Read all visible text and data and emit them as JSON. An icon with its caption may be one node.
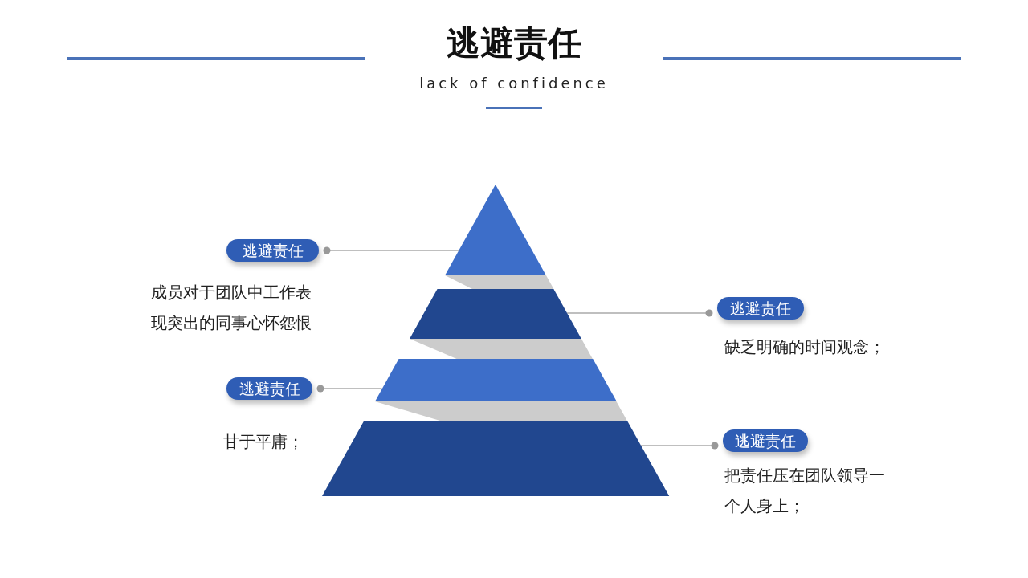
{
  "diagram": {
    "title": "逃避责任",
    "nodes": [
      {
        "text": [],
        "shape": "triangle"
      },
      {
        "text": [],
        "shape": "trapezoid"
      },
      {
        "text": [],
        "shape": "trapezoid"
      },
      {
        "text": [],
        "shape": "trapezoid"
      },
      {
        "text": [
          "逃避责任"
        ],
        "beside": [
          "成员对于团队中工作表现突出的同事心怀怨恨"
        ]
      },
      {
        "text": [
          "逃避责任"
        ],
        "beside": [
          "缺乏明确的时间观念；"
        ]
      },
      {
        "text": [
          "逃避责任"
        ],
        "beside": [
          "甘于平庸；"
        ]
      },
      {
        "text": [
          "逃避责任"
        ],
        "beside": [
          "把责任压在团队领导一个人身上；"
        ]
      }
    ],
    "edges": [
      {
        "from": 4,
        "to": 0,
        "arrow": "other"
      },
      {
        "from": 5,
        "to": 1,
        "arrow": "other"
      },
      {
        "from": 6,
        "to": 2,
        "arrow": "other"
      },
      {
        "from": 7,
        "to": 3,
        "arrow": "other"
      }
    ],
    "labels": [
      "lack of confidence"
    ]
  }
}
